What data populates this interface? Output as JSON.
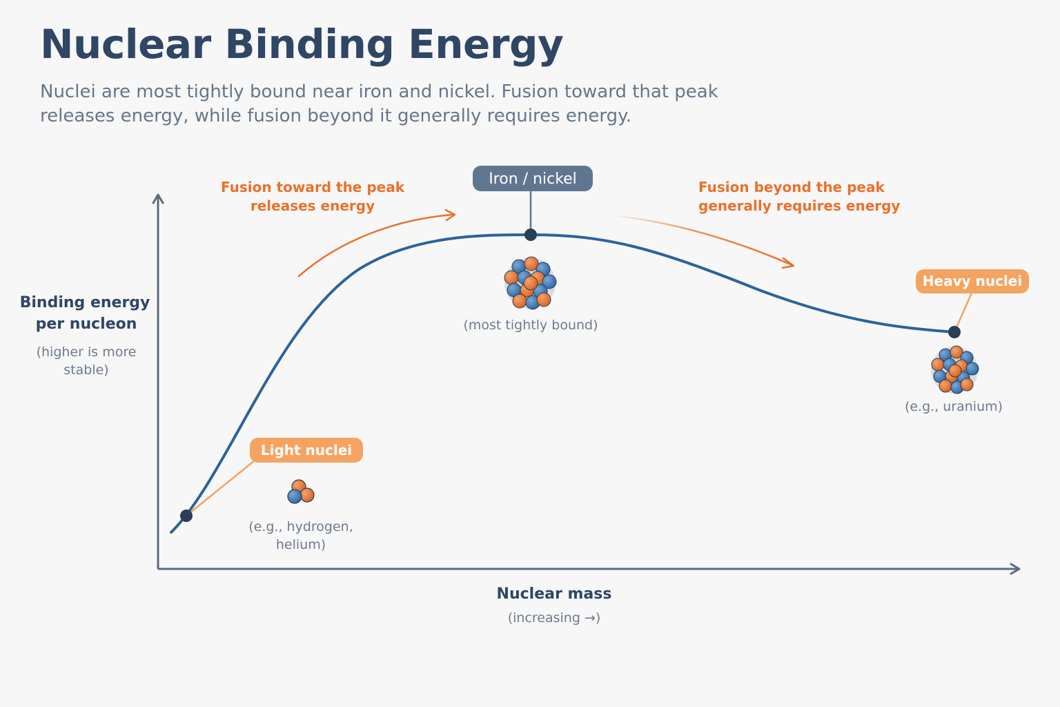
{
  "title": "Nuclear Binding Energy",
  "subtitle": "Nuclei are most tightly bound near iron and nickel. Fusion toward that peak releases energy, while fusion beyond it generally requires energy.",
  "y_axis": {
    "label_line1": "Binding energy",
    "label_line2": "per nucleon",
    "note_line1": "(higher is more",
    "note_line2": "stable)"
  },
  "x_axis": {
    "label": "Nuclear mass",
    "note": "(increasing →)"
  },
  "arrows": {
    "left_line1": "Fusion toward the peak",
    "left_line2": "releases energy",
    "right_line1": "Fusion beyond the peak",
    "right_line2": "generally requires energy"
  },
  "points": {
    "light": {
      "badge": "Light nuclei",
      "note_line1": "(e.g., hydrogen,",
      "note_line2": "helium)"
    },
    "peak": {
      "badge": "Iron / nickel",
      "note": "(most tightly bound)"
    },
    "heavy": {
      "badge": "Heavy nuclei",
      "note": "(e.g., uranium)"
    }
  },
  "colors": {
    "curve": "#2d6399",
    "axis": "#5b6b80",
    "point": "#2b3e58",
    "accent_orange": "#e9712d",
    "badge_orange": "#f4a361",
    "badge_slate": "#5f7690",
    "proton": "#e8783a",
    "neutron": "#3f7ab8"
  }
}
